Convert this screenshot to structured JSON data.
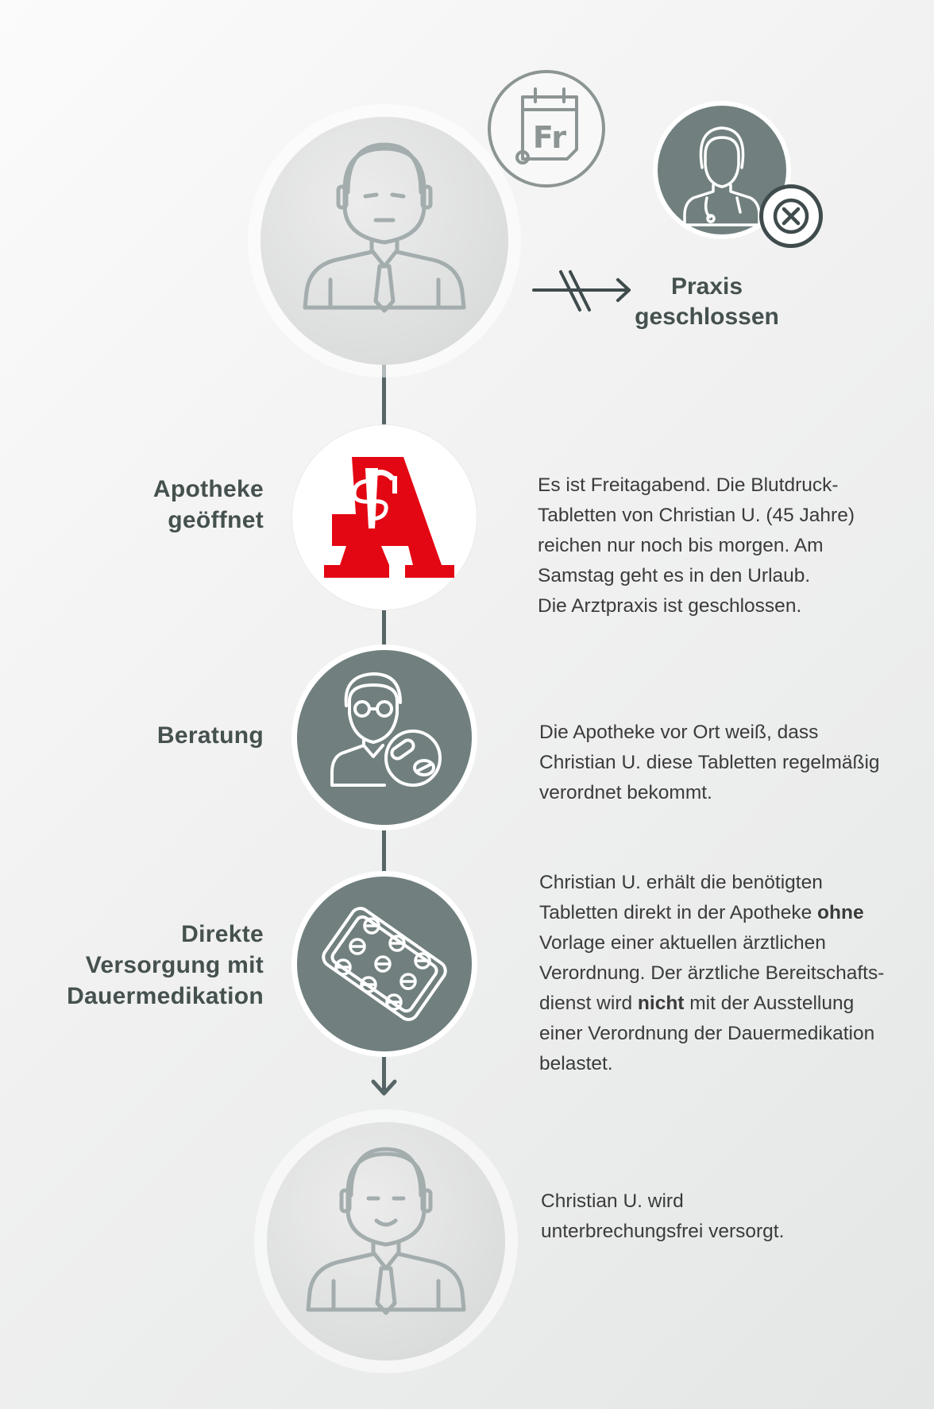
{
  "praxis": {
    "line1": "Praxis",
    "line2": "geschlossen"
  },
  "calendar": {
    "day_label": "Fr"
  },
  "steps": [
    {
      "label_lines": [
        "Apotheke",
        "geöffnet"
      ],
      "icon": "apotheke-a-icon",
      "desc_lines": [
        "Es ist Freitagabend. Die Blutdruck-",
        "Tabletten von Christian U. (45 Jahre)",
        "reichen nur noch bis morgen. Am",
        "Samstag geht es in den Urlaub.",
        "Die Arztpraxis ist geschlossen."
      ]
    },
    {
      "label_lines": [
        "Beratung"
      ],
      "icon": "pharmacist-pill-icon",
      "desc_lines": [
        "Die Apotheke vor Ort weiß, dass",
        "Christian U. diese Tabletten regelmäßig",
        "verordnet bekommt."
      ]
    },
    {
      "label_lines": [
        "Direkte",
        "Versorgung mit",
        "Dauermedikation"
      ],
      "icon": "pill-blister-icon",
      "desc_lines": [
        "Christian U. erhält die benötigten",
        "Tabletten direkt in der Apotheke ",
        "ohne",
        "Vorlage einer aktuellen ärztlichen",
        "Verordnung. Der ärztliche Bereitschafts-",
        "dienst wird ",
        "nicht",
        " mit der Ausstellung",
        "einer Verordnung der Dauermedikation",
        "belastet."
      ]
    },
    {
      "label_lines": [],
      "icon": "happy-man-icon",
      "desc_lines": [
        "Christian U. wird",
        "unterbrechungsfrei versorgt."
      ]
    }
  ],
  "colors": {
    "accent_dark": "#717f7f",
    "line": "#566566",
    "apotheke_red": "#e30613",
    "text": "#3b3b3b"
  }
}
